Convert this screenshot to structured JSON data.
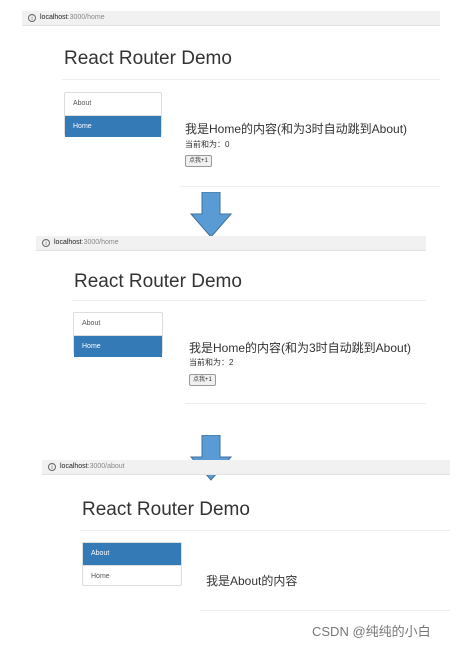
{
  "frames": [
    {
      "url_host": "localhost",
      "url_path": ":3000/home",
      "title": "React Router Demo",
      "nav": [
        {
          "label": "About",
          "active": false
        },
        {
          "label": "Home",
          "active": true
        }
      ],
      "heading": "我是Home的内容(和为3时自动跳到About)",
      "sum_text": "当前和为：0",
      "button_label": "点我+1"
    },
    {
      "url_host": "localhost",
      "url_path": ":3000/home",
      "title": "React Router Demo",
      "nav": [
        {
          "label": "About",
          "active": false
        },
        {
          "label": "Home",
          "active": true
        }
      ],
      "heading": "我是Home的内容(和为3时自动跳到About)",
      "sum_text": "当前和为：2",
      "button_label": "点我+1"
    },
    {
      "url_host": "localhost",
      "url_path": ":3000/about",
      "title": "React Router Demo",
      "nav": [
        {
          "label": "About",
          "active": true
        },
        {
          "label": "Home",
          "active": false
        }
      ],
      "heading": "我是About的内容"
    }
  ],
  "info_icon": "info-icon",
  "arrow_icon": "down-arrow-icon",
  "colors": {
    "active_nav": "#337ab7",
    "arrow": "#5b9bd5"
  },
  "watermark": "CSDN @纯纯的小白"
}
